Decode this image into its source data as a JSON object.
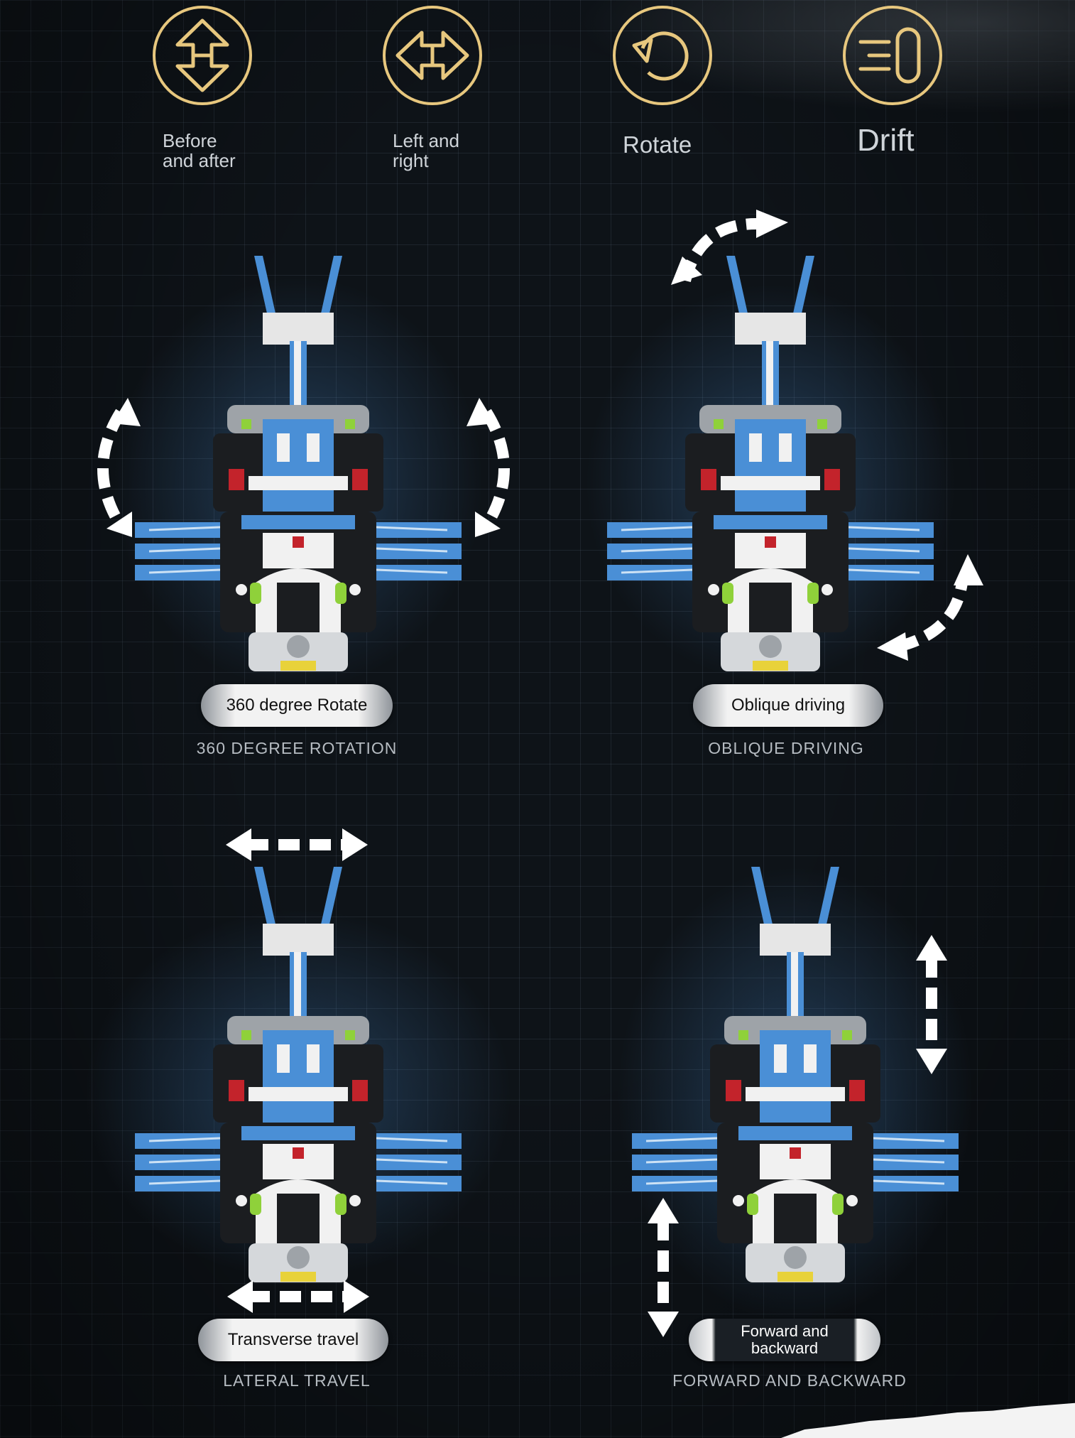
{
  "modes": [
    {
      "icon": "up-down-arrow-icon",
      "label": "Before\nand after"
    },
    {
      "icon": "left-right-arrow-icon",
      "label": "Left and\nright"
    },
    {
      "icon": "rotate-icon",
      "label": "Rotate"
    },
    {
      "icon": "drift-icon",
      "label": "Drift"
    }
  ],
  "panels": [
    {
      "pill": "360 degree Rotate",
      "caption": "360 DEGREE ROTATION"
    },
    {
      "pill": "Oblique driving",
      "caption": "OBLIQUE DRIVING"
    },
    {
      "pill": "Transverse travel",
      "caption": "LATERAL TRAVEL"
    },
    {
      "pill": "Forward and\nbackward",
      "caption": "FORWARD AND BACKWARD"
    }
  ],
  "colors": {
    "accent_gold": "#e7c77e",
    "robot_blue": "#4a8fd6",
    "robot_white": "#f1f1f1",
    "robot_black": "#1b1d20",
    "robot_red": "#c3232b",
    "robot_green": "#8fd13a"
  }
}
